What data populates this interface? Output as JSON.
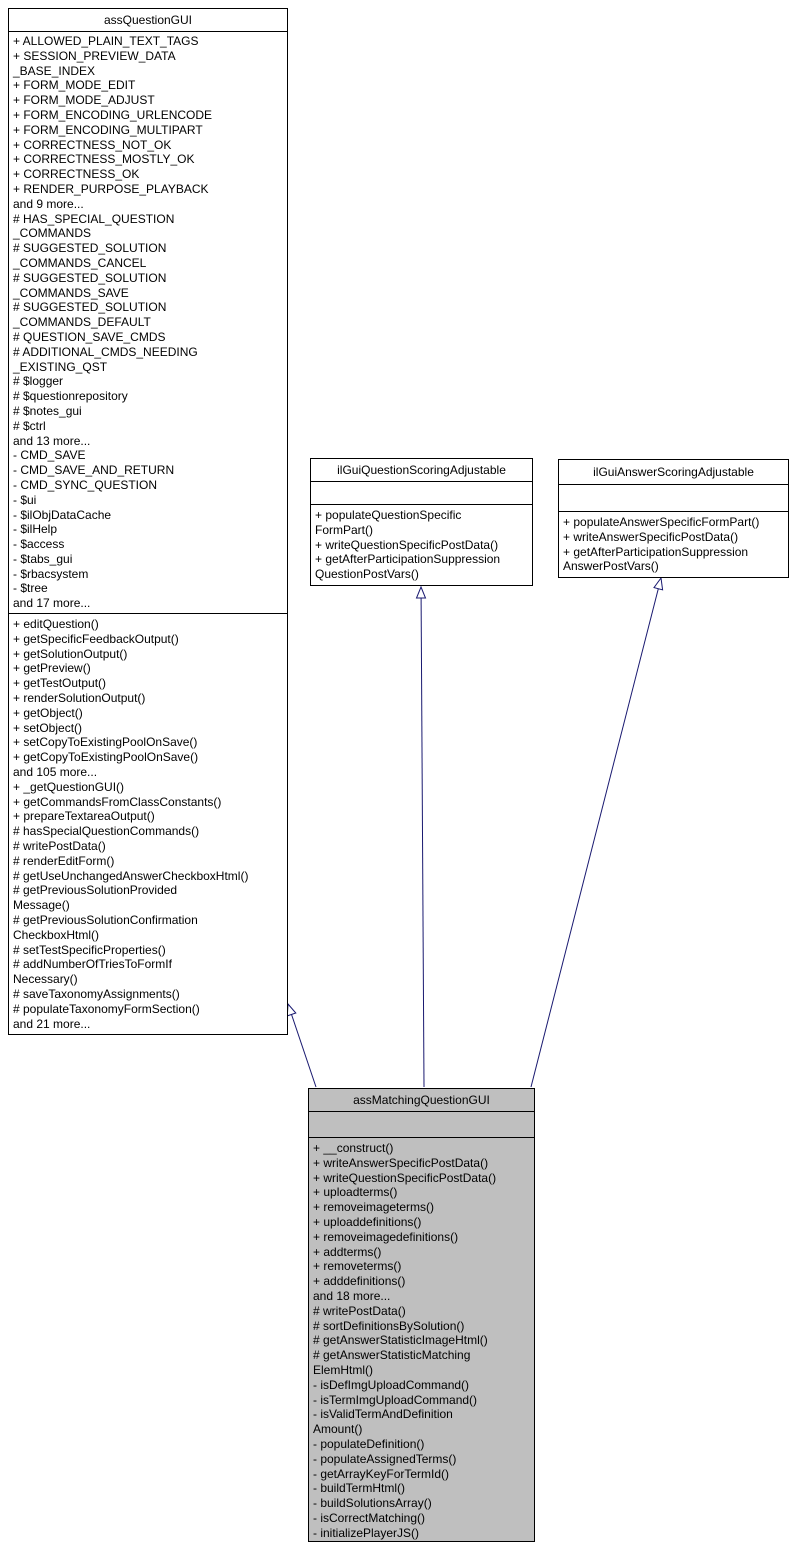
{
  "colors": {
    "relation_line": "#191970",
    "box_border": "#000000",
    "box_fill": "#ffffff",
    "highlight_fill": "#bfbfbf"
  },
  "classes": [
    {
      "key": "assQuestionGUI",
      "title": "assQuestionGUI",
      "highlighted": false,
      "attributes": [
        "+ ALLOWED_PLAIN_TEXT_TAGS",
        "+ SESSION_PREVIEW_DATA",
        "_BASE_INDEX",
        "+ FORM_MODE_EDIT",
        "+ FORM_MODE_ADJUST",
        "+ FORM_ENCODING_URLENCODE",
        "+ FORM_ENCODING_MULTIPART",
        "+ CORRECTNESS_NOT_OK",
        "+ CORRECTNESS_MOSTLY_OK",
        "+ CORRECTNESS_OK",
        "+ RENDER_PURPOSE_PLAYBACK",
        "and 9 more...",
        "# HAS_SPECIAL_QUESTION",
        "_COMMANDS",
        "# SUGGESTED_SOLUTION",
        "_COMMANDS_CANCEL",
        "# SUGGESTED_SOLUTION",
        "_COMMANDS_SAVE",
        "# SUGGESTED_SOLUTION",
        "_COMMANDS_DEFAULT",
        "# QUESTION_SAVE_CMDS",
        "# ADDITIONAL_CMDS_NEEDING",
        "_EXISTING_QST",
        "# $logger",
        "# $questionrepository",
        "# $notes_gui",
        "# $ctrl",
        "and 13 more...",
        "- CMD_SAVE",
        "- CMD_SAVE_AND_RETURN",
        "- CMD_SYNC_QUESTION",
        "- $ui",
        "- $ilObjDataCache",
        "- $ilHelp",
        "- $access",
        "- $tabs_gui",
        "- $rbacsystem",
        "- $tree",
        "and 17 more..."
      ],
      "methods": [
        "+ editQuestion()",
        "+ getSpecificFeedbackOutput()",
        "+ getSolutionOutput()",
        "+ getPreview()",
        "+ getTestOutput()",
        "+ renderSolutionOutput()",
        "+ getObject()",
        "+ setObject()",
        "+ setCopyToExistingPoolOnSave()",
        "+ getCopyToExistingPoolOnSave()",
        "and 105 more...",
        "+ _getQuestionGUI()",
        "+ getCommandsFromClassConstants()",
        "+ prepareTextareaOutput()",
        "# hasSpecialQuestionCommands()",
        "# writePostData()",
        "# renderEditForm()",
        "# getUseUnchangedAnswerCheckboxHtml()",
        "# getPreviousSolutionProvided",
        "Message()",
        "# getPreviousSolutionConfirmation",
        "CheckboxHtml()",
        "# setTestSpecificProperties()",
        "# addNumberOfTriesToFormIf",
        "Necessary()",
        "# saveTaxonomyAssignments()",
        "# populateTaxonomyFormSection()",
        "and 21 more..."
      ]
    },
    {
      "key": "ilGuiQuestionScoringAdjustable",
      "title": "ilGuiQuestionScoringAdjustable",
      "highlighted": false,
      "attributes": [],
      "methods": [
        "+ populateQuestionSpecific",
        "FormPart()",
        "+ writeQuestionSpecificPostData()",
        "+ getAfterParticipationSuppression",
        "QuestionPostVars()"
      ]
    },
    {
      "key": "ilGuiAnswerScoringAdjustable",
      "title": "ilGuiAnswerScoringAdjustable",
      "highlighted": false,
      "attributes": [],
      "methods": [
        "+ populateAnswerSpecificFormPart()",
        "+ writeAnswerSpecificPostData()",
        "+ getAfterParticipationSuppression",
        "AnswerPostVars()"
      ]
    },
    {
      "key": "assMatchingQuestionGUI",
      "title": "assMatchingQuestionGUI",
      "highlighted": true,
      "attributes": [],
      "methods": [
        "+ __construct()",
        "+ writeAnswerSpecificPostData()",
        "+ writeQuestionSpecificPostData()",
        "+ uploadterms()",
        "+ removeimageterms()",
        "+ uploaddefinitions()",
        "+ removeimagedefinitions()",
        "+ addterms()",
        "+ removeterms()",
        "+ adddefinitions()",
        "and 18 more...",
        "# writePostData()",
        "# sortDefinitionsBySolution()",
        "# getAnswerStatisticImageHtml()",
        "# getAnswerStatisticMatching",
        "ElemHtml()",
        "- isDefImgUploadCommand()",
        "- isTermImgUploadCommand()",
        "- isValidTermAndDefinition",
        "Amount()",
        "- populateDefinition()",
        "- populateAssignedTerms()",
        "- getArrayKeyForTermId()",
        "- buildTermHtml()",
        "- buildSolutionsArray()",
        "- isCorrectMatching()",
        "- initializePlayerJS()"
      ]
    }
  ],
  "relations": [
    {
      "type": "inheritance",
      "from": "assMatchingQuestionGUI",
      "to": "assQuestionGUI"
    },
    {
      "type": "inheritance",
      "from": "assMatchingQuestionGUI",
      "to": "ilGuiQuestionScoringAdjustable"
    },
    {
      "type": "inheritance",
      "from": "assMatchingQuestionGUI",
      "to": "ilGuiAnswerScoringAdjustable"
    }
  ]
}
